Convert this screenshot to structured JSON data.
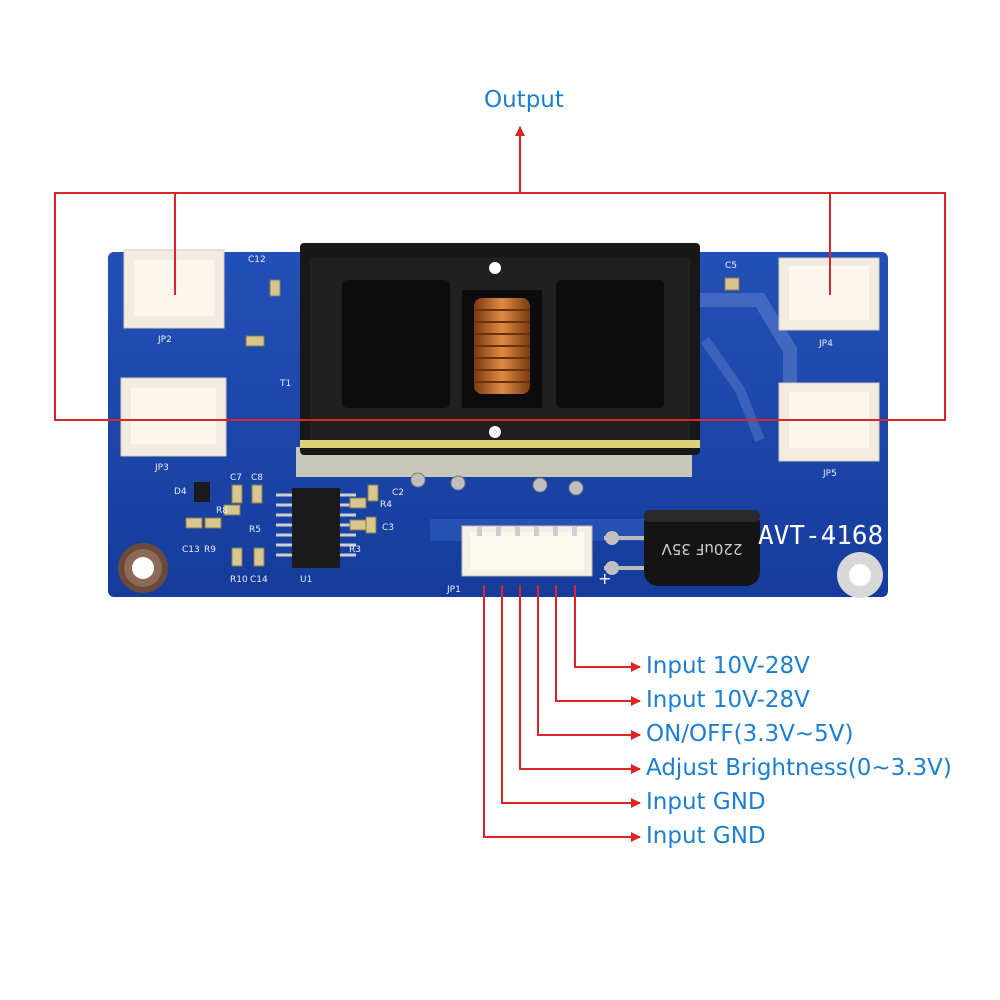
{
  "title_label": "Output",
  "pin_labels": [
    "Input 10V-28V",
    "Input 10V-28V",
    "ON/OFF(3.3V~5V)",
    "Adjust Brightness(0~3.3V)",
    "Input GND",
    "Input GND"
  ],
  "board": {
    "model": "AVT-4168",
    "capacitor_text": "220uF 35V",
    "silkscreen": {
      "jp1": "JP1",
      "jp2": "JP2",
      "jp3": "JP3",
      "jp4": "JP4",
      "jp5": "JP5",
      "t1": "T1",
      "u1": "U1",
      "c12": "C12",
      "c5": "C5",
      "d4": "D4",
      "c7": "C7",
      "c8": "C8",
      "c13": "C13",
      "r9": "R9",
      "r8": "R8",
      "r5": "R5",
      "r10": "R10",
      "c14": "C14",
      "r3": "R3",
      "r4": "R4",
      "c2": "C2",
      "c3": "C3",
      "plus": "+"
    }
  },
  "colors": {
    "annotation": "#d9252a",
    "label_text": "#1a7fd0",
    "pcb": "#1a43a8",
    "connector": "#f2ebdf",
    "transformer": "#181818",
    "coil": "#c56a2a"
  }
}
